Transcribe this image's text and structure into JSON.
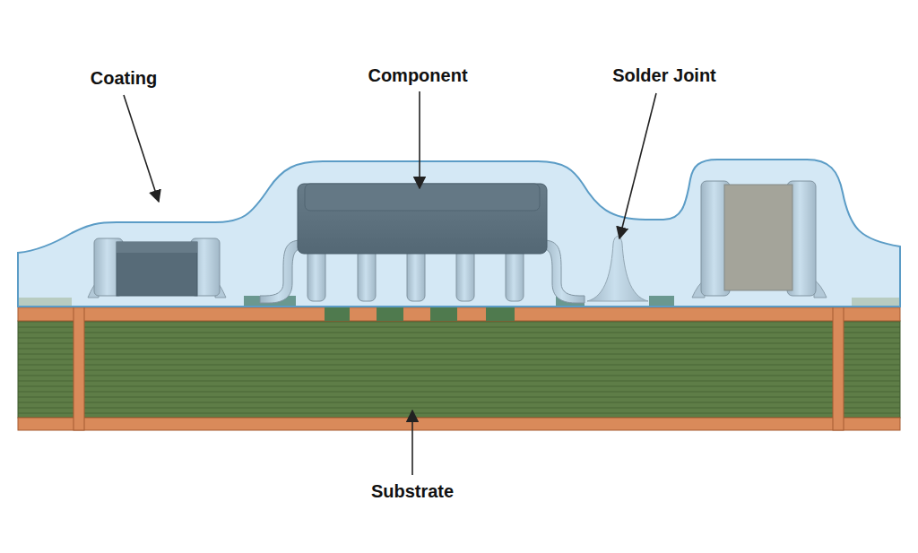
{
  "diagram": {
    "labels": [
      "Coating",
      "Component",
      "Solder Joint",
      "Substrate"
    ]
  }
}
